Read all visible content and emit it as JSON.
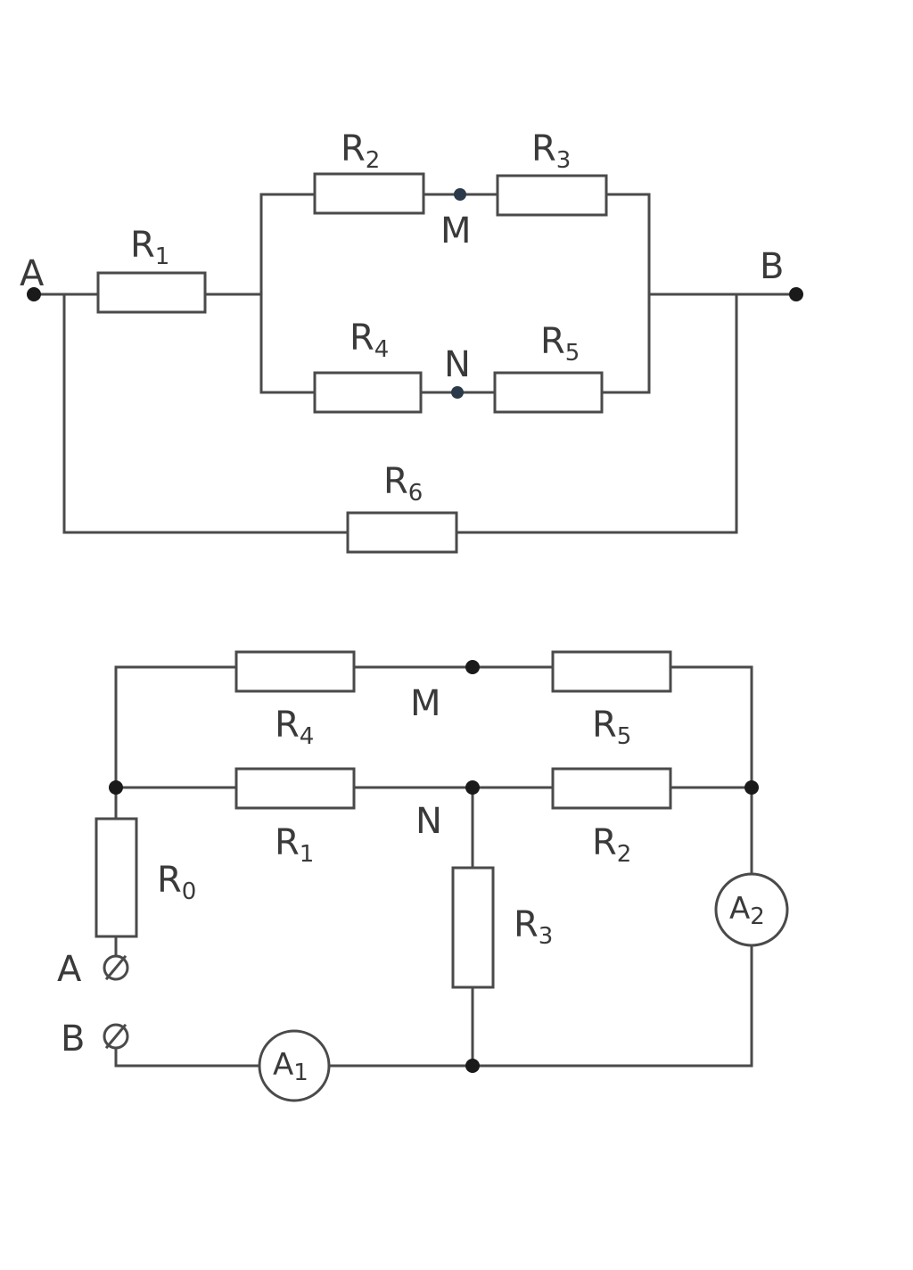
{
  "top_circuit": {
    "terminal_a": "A",
    "terminal_b": "B",
    "node_m": "M",
    "node_n": "N",
    "resistors": [
      {
        "letter": "R",
        "index": "1"
      },
      {
        "letter": "R",
        "index": "2"
      },
      {
        "letter": "R",
        "index": "3"
      },
      {
        "letter": "R",
        "index": "4"
      },
      {
        "letter": "R",
        "index": "5"
      },
      {
        "letter": "R",
        "index": "6"
      }
    ]
  },
  "bottom_circuit": {
    "terminal_a": "A",
    "terminal_b": "B",
    "node_m": "M",
    "node_n": "N",
    "resistors": [
      {
        "letter": "R",
        "index": "4"
      },
      {
        "letter": "R",
        "index": "5"
      },
      {
        "letter": "R",
        "index": "1"
      },
      {
        "letter": "R",
        "index": "2"
      },
      {
        "letter": "R",
        "index": "0"
      },
      {
        "letter": "R",
        "index": "3"
      }
    ],
    "ammeters": [
      {
        "letter": "A",
        "index": "1"
      },
      {
        "letter": "A",
        "index": "2"
      }
    ]
  }
}
